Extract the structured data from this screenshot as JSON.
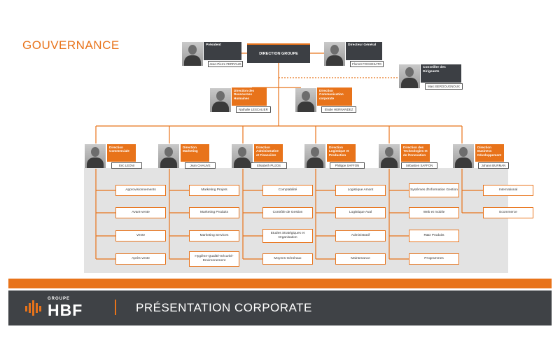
{
  "title": "GOUVERNANCE",
  "direction_groupe": "DIRECTION GROUPE",
  "president": {
    "role": "Président",
    "name": "Jean-Pierre FERRAUD"
  },
  "dg": {
    "role": "Directeur Général",
    "name": "Florent FOCHESATO"
  },
  "conseiller": {
    "role": "Conseiller des Dirigeants",
    "name": "Marc BERDOUGNOUX"
  },
  "drh": {
    "role": "Direction des Ressources Humaines",
    "name": "Nathalie LESCALIER"
  },
  "dcc": {
    "role": "Direction Communication corporate",
    "name": "Elodie HERNANDEZ"
  },
  "departments": [
    {
      "role": "Direction Commerciale",
      "name": "Eric LEONI",
      "items": [
        "Approvisionnements",
        "Avant-vente",
        "Vente",
        "Après-vente"
      ]
    },
    {
      "role": "Direction Marketing",
      "name": "Jean CHAUVE",
      "items": [
        "Marketing Projets",
        "Marketing Produits",
        "Marketing Services",
        "Hygiène-Qualité-Sécurité-Environnement"
      ]
    },
    {
      "role": "Direction Administrative et Financière",
      "name": "Elisabeth PUJOS",
      "items": [
        "Comptabilité",
        "Contrôle de Gestion",
        "Etudes Stratégiques et Organisation",
        "Moyens Généraux"
      ]
    },
    {
      "role": "Direction Logistique et Production",
      "name": "Philippe SAFFON",
      "items": [
        "Logistique Amont",
        "Logistique Aval",
        "Administratif",
        "Maintenance"
      ]
    },
    {
      "role": "Direction des Technologies et de l'Innovation",
      "name": "Sébastien SAFFON",
      "items": [
        "Systèmes d'Information Gestion",
        "Web et mobile",
        "R&D Produits",
        "Programmes"
      ]
    },
    {
      "role": "Direction Business Développement",
      "name": "Johann BURMAN",
      "items": [
        "International",
        "Ecommerce"
      ]
    }
  ],
  "footer": {
    "groupe": "GROUPE",
    "brand": "HBF",
    "presentation": "PRÉSENTATION CORPORATE"
  },
  "colors": {
    "accent": "#e8731a",
    "dark": "#3c3f44",
    "panel": "#e3e3e3"
  }
}
